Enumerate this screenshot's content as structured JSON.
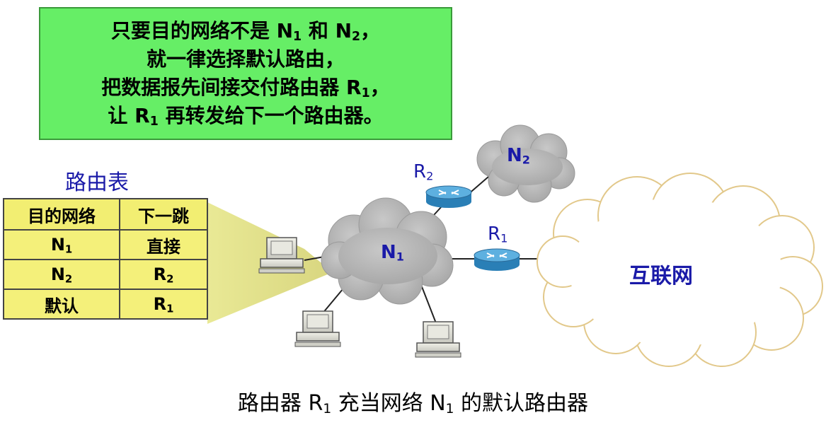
{
  "callout": {
    "line1": {
      "text": "只要目的网络不是 N",
      "sub1": "1",
      "mid": " 和 N",
      "sub2": "2",
      "tail": "，"
    },
    "line2": "就一律选择默认路由，",
    "line3": {
      "text": "把数据报先间接交付路由器 R",
      "sub": "1",
      "tail": "，"
    },
    "line4": {
      "head": "让 R",
      "sub": "1",
      "tail": " 再转发给下一个路由器。"
    }
  },
  "routing_table": {
    "title": "路由表",
    "headers": [
      "目的网络",
      "下一跳"
    ],
    "rows": [
      {
        "dest": "N",
        "dest_sub": "1",
        "next": "直接",
        "next_sub": ""
      },
      {
        "dest": "N",
        "dest_sub": "2",
        "next": "R",
        "next_sub": "2"
      },
      {
        "dest": "默认",
        "dest_sub": "",
        "next": "R",
        "next_sub": "1"
      }
    ]
  },
  "network": {
    "n1": {
      "text": "N",
      "sub": "1"
    },
    "n2": {
      "text": "N",
      "sub": "2"
    },
    "r1": {
      "text": "R",
      "sub": "1"
    },
    "r2": {
      "text": "R",
      "sub": "2"
    },
    "internet": "互联网"
  },
  "caption": {
    "part1": "路由器 R",
    "sub1": "1",
    "part2": " 充当网络 N",
    "sub2": "1",
    "part3": " 的默认路由器"
  },
  "colors": {
    "callout_bg": "#66ee66",
    "table_bg": "#f4f07a",
    "label_blue": "#1a1aa8",
    "cloud_gray": "#b4b4b4",
    "router_blue": "#3a92c8",
    "internet_fill": "#ffffff",
    "internet_edge": "#e2c88a"
  },
  "icons": [
    "router-icon",
    "computer-icon",
    "cloud-icon"
  ]
}
